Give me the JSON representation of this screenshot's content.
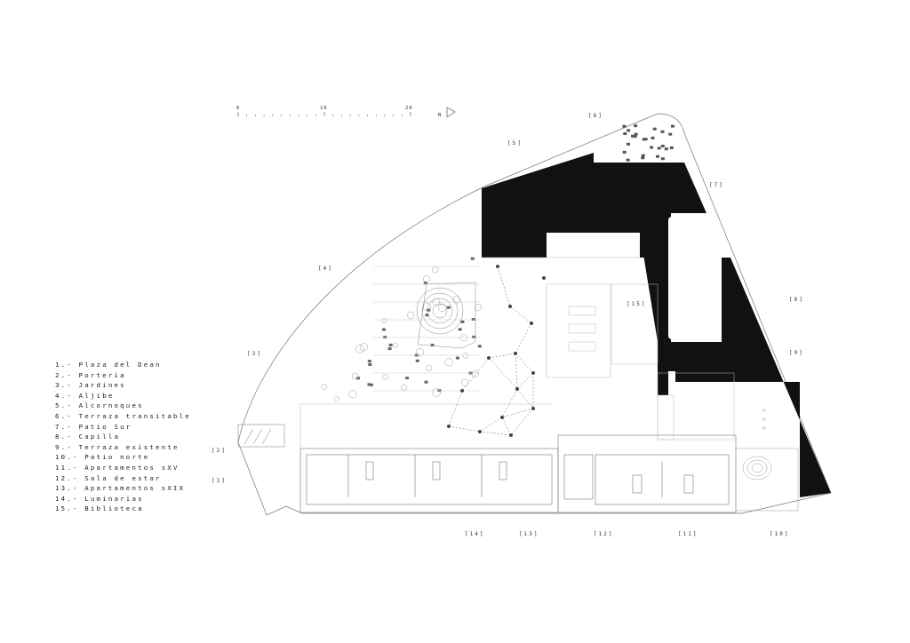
{
  "legend": [
    "1.- Plaza del Dean",
    "2.- Portería",
    "3.- Jardines",
    "4.- Aljibe",
    "5.- Alcornoques",
    "6.- Terraza transitable",
    "7.- Patio Sur",
    "8.- Capilla",
    "9.- Terraza existente",
    "10.- Patio norte",
    "11.- Apartamentos sXV",
    "12.- Sala de estar",
    "13.- Apartamentos sXIX",
    "14.- Luminarias",
    "15.- Biblioteca"
  ],
  "tags": [
    "[1]",
    "[2]",
    "[3]",
    "[4]",
    "[5]",
    "[6]",
    "[7]",
    "[8]",
    "[9]",
    "[10]",
    "[11]",
    "[12]",
    "[13]",
    "[14]",
    "[15]"
  ],
  "scale": {
    "labels": [
      "0",
      "10",
      "20"
    ],
    "north": "N"
  },
  "colors": {
    "ink": "#111111",
    "line": "#9a9a9a"
  }
}
